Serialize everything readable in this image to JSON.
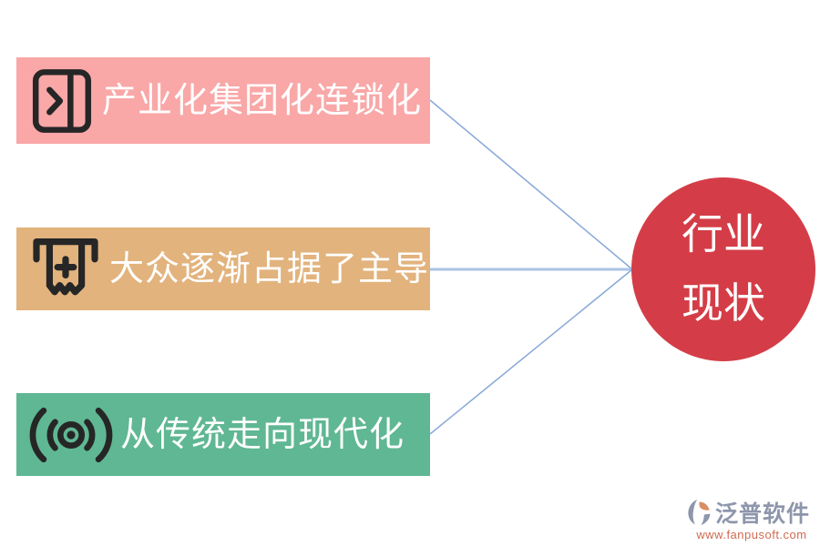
{
  "diagram": {
    "items": [
      {
        "id": "industrialization",
        "label": "产业化集团化连锁化",
        "color": "#f9a7a7",
        "icon": "door-open-icon"
      },
      {
        "id": "mass-dominance",
        "label": "大众逐渐占据了主导",
        "color": "#e2b37d",
        "icon": "receipt-icon"
      },
      {
        "id": "modernization",
        "label": "从传统走向现代化",
        "color": "#5fb793",
        "icon": "broadcast-icon"
      }
    ],
    "center_node": {
      "line1": "行业",
      "line2": "现状",
      "color": "#d43d47",
      "text_color": "#ffffff"
    },
    "connector_color": "#87a9d8",
    "connector_mid_color": "#aac3e6",
    "icon_color": "#262626",
    "label_text_color": "#ffffff"
  },
  "watermark": {
    "brand": "泛普软件",
    "url": "www.fanpusoft.com",
    "brand_color": "#8e96ab",
    "url_color": "#cf6a50"
  }
}
